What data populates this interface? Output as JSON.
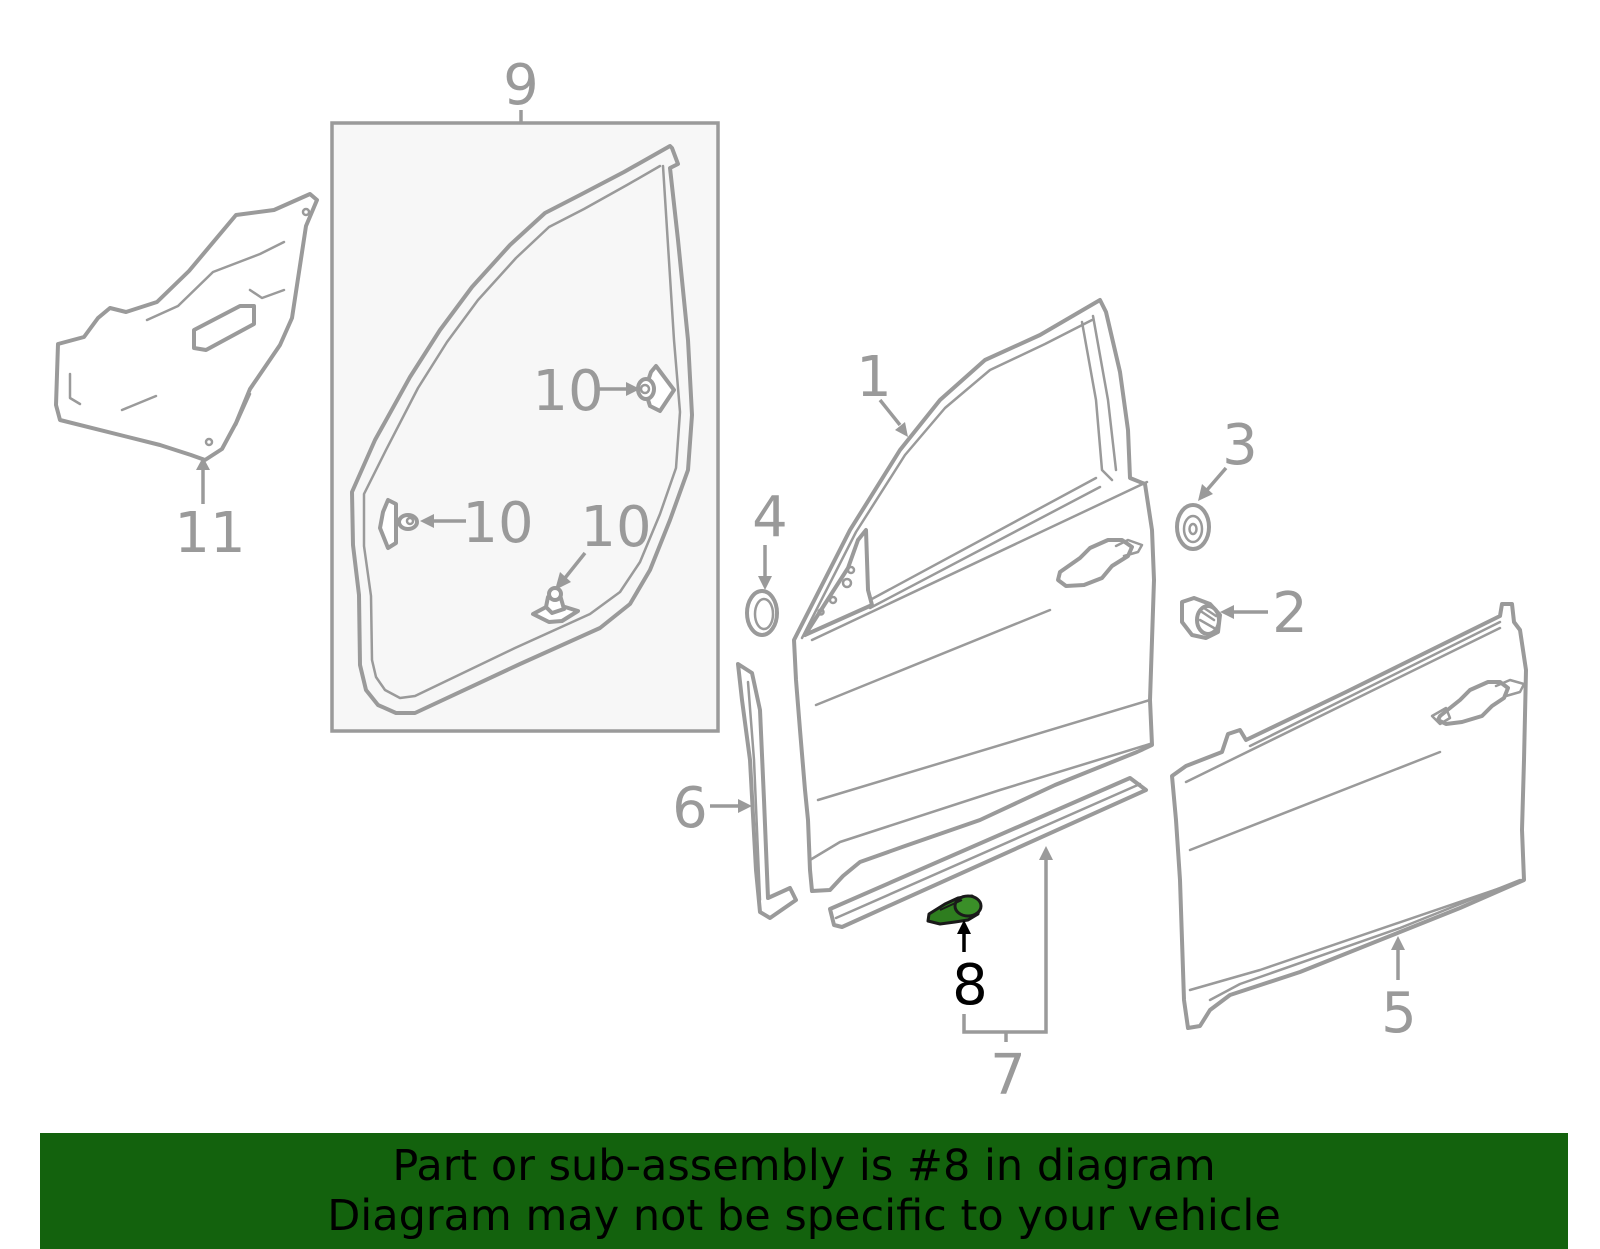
{
  "diagram": {
    "callouts": {
      "c1": "1",
      "c2": "2",
      "c3": "3",
      "c4": "4",
      "c5": "5",
      "c6": "6",
      "c7": "7",
      "c8": "8",
      "c9": "9",
      "c10a": "10",
      "c10b": "10",
      "c10c": "10",
      "c11": "11"
    },
    "highlighted_part": "8"
  },
  "banner": {
    "line1": "Part or sub-assembly is #8 in diagram",
    "line2": "Diagram may not be specific to your vehicle",
    "background_color": "#13620d"
  },
  "colors": {
    "line": "#9a9a9a",
    "highlight_part": "#2e7d1f",
    "box_fill": "#f7f7f7"
  }
}
